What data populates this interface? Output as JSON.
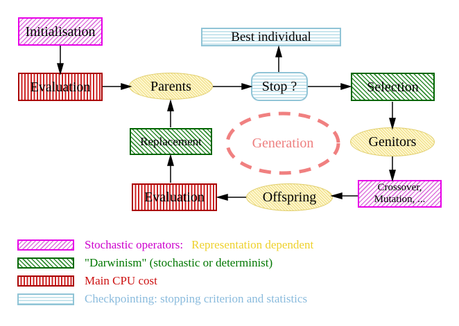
{
  "nodes": {
    "initialisation": {
      "label": "Initialisation"
    },
    "evaluation_top": {
      "label": "Evaluation"
    },
    "parents": {
      "label": "Parents"
    },
    "best_individual": {
      "label": "Best individual"
    },
    "stop": {
      "label": "Stop ?"
    },
    "selection": {
      "label": "Selection"
    },
    "genitors": {
      "label": "Genitors"
    },
    "crossover_mutation": {
      "line1": "Crossover,",
      "line2": "Mutation, ..."
    },
    "offspring": {
      "label": "Offspring"
    },
    "evaluation_bottom": {
      "label": "Evaluation"
    },
    "replacement": {
      "label": "Replacement"
    },
    "generation": {
      "label": "Generation"
    }
  },
  "edges": [
    {
      "from": "initialisation",
      "to": "evaluation_top"
    },
    {
      "from": "evaluation_top",
      "to": "parents"
    },
    {
      "from": "parents",
      "to": "stop"
    },
    {
      "from": "stop",
      "to": "best_individual"
    },
    {
      "from": "stop",
      "to": "selection"
    },
    {
      "from": "selection",
      "to": "genitors"
    },
    {
      "from": "genitors",
      "to": "crossover_mutation"
    },
    {
      "from": "crossover_mutation",
      "to": "offspring"
    },
    {
      "from": "offspring",
      "to": "evaluation_bottom"
    },
    {
      "from": "evaluation_bottom",
      "to": "replacement"
    },
    {
      "from": "replacement",
      "to": "parents"
    }
  ],
  "legend": {
    "rows": [
      {
        "pattern": "magenta-diagonal-hatch",
        "primary": "Stochastic operators:",
        "secondary": "Representation dependent",
        "primary_color": "#cc00cc",
        "secondary_color": "#eed12c"
      },
      {
        "pattern": "green-diagonal-hatch",
        "primary": "\"Darwinism\" (stochastic or determinist)",
        "primary_color": "#007700"
      },
      {
        "pattern": "red-vertical-stripes",
        "primary": "Main CPU cost",
        "primary_color": "#cc1111"
      },
      {
        "pattern": "cyan-horizontal-stripes",
        "primary": "Checkpointing: stopping criterion and statistics",
        "primary_color": "#8abbdd"
      }
    ]
  },
  "colors": {
    "magenta_border": "#e800e8",
    "magenta_hatch": "#dd77dd",
    "green_border": "#006600",
    "green_hatch": "#2e8b2e",
    "red_border": "#aa0000",
    "red_stripe": "#cc2222",
    "cyan_border": "#90c4d6",
    "cyan_stripe": "#b8dde8",
    "yellow_border": "#e0cd6a",
    "yellow_fill": "#fdf7d0",
    "yellow_hatch": "#f0dd82",
    "generation_dash": "#f08080",
    "arrow": "#000000",
    "background": "#ffffff"
  }
}
